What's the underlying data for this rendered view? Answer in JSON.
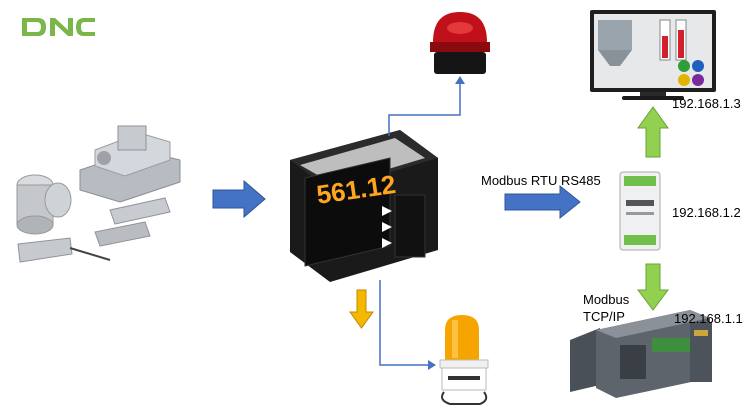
{
  "logo": {
    "text": "DNC",
    "color": "#7ab648"
  },
  "display": {
    "value": "561.12"
  },
  "labels": {
    "modbus_rtu": "Modbus RTU RS485",
    "modbus_tcp": "Modbus\nTCP/IP",
    "ip_hmi": "192.168.1.3",
    "ip_gateway": "192.168.1.2",
    "ip_plc": "192.168.1.1"
  },
  "colors": {
    "blue_arrow": "#4472c4",
    "green_arrow": "#92d050",
    "yellow_arrow": "#f5b800",
    "line_blue": "#4472c4"
  }
}
